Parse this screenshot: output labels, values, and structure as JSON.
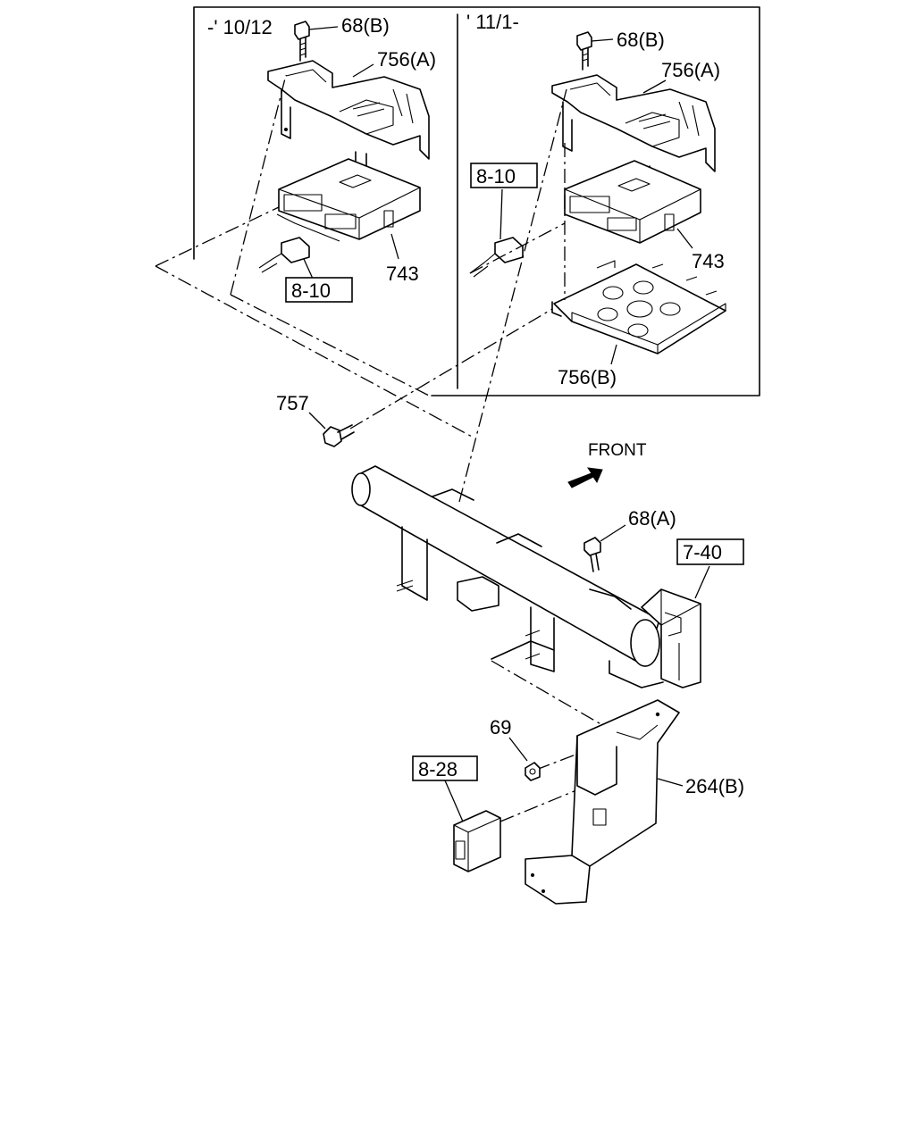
{
  "panels": {
    "left_label": "-' 10/12",
    "right_label": "' 11/1-"
  },
  "labels": {
    "p68b_left": "68(B)",
    "p756a_left": "756(A)",
    "p743_left": "743",
    "ref810_left": "8-10",
    "p68b_right": "68(B)",
    "p756a_right": "756(A)",
    "ref810_right": "8-10",
    "p743_right": "743",
    "p756b": "756(B)",
    "p757": "757",
    "front": "FRONT",
    "p68a": "68(A)",
    "ref740": "7-40",
    "p69": "69",
    "ref828": "8-28",
    "p264b": "264(B)"
  }
}
